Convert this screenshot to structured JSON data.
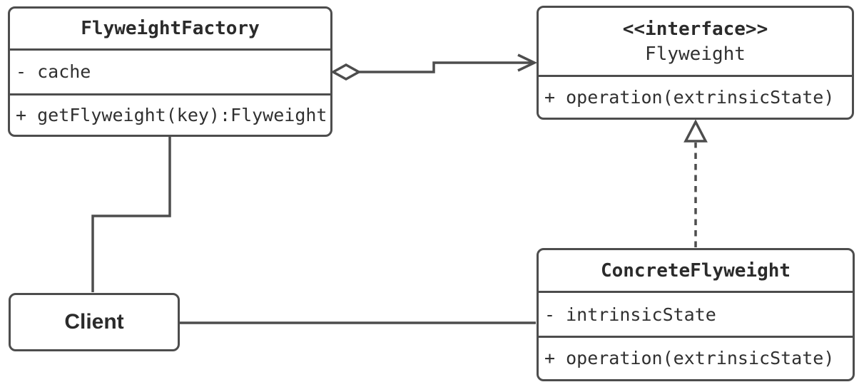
{
  "diagram_type": "uml-class-diagram",
  "colors": {
    "stroke": "#4d4d4d",
    "title_text": "#2b2b2b",
    "body_text": "#303030",
    "background": "#ffffff"
  },
  "classes": {
    "flyweight_factory": {
      "name": "FlyweightFactory",
      "attributes": [
        "- cache"
      ],
      "methods": [
        "+ getFlyweight(key):Flyweight"
      ]
    },
    "flyweight": {
      "stereotype": "<<interface>>",
      "name": "Flyweight",
      "methods": [
        "+ operation(extrinsicState)"
      ]
    },
    "concrete_flyweight": {
      "name": "ConcreteFlyweight",
      "attributes": [
        "- intrinsicState"
      ],
      "methods": [
        "+ operation(extrinsicState)"
      ]
    },
    "client": {
      "name": "Client"
    }
  },
  "relationships": [
    {
      "from": "FlyweightFactory",
      "to": "Flyweight",
      "type": "aggregation",
      "line": "solid",
      "marker_source": "hollow-diamond",
      "marker_target": "open-arrow"
    },
    {
      "from": "ConcreteFlyweight",
      "to": "Flyweight",
      "type": "realization",
      "line": "dashed",
      "marker_target": "hollow-triangle"
    },
    {
      "from": "Client",
      "to": "FlyweightFactory",
      "type": "association",
      "line": "solid"
    },
    {
      "from": "Client",
      "to": "ConcreteFlyweight",
      "type": "association",
      "line": "solid"
    }
  ]
}
